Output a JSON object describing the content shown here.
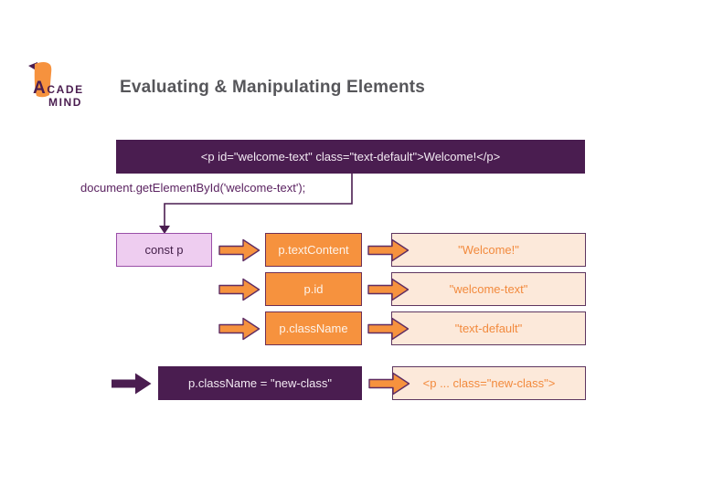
{
  "logo": {
    "line1": "ACADE",
    "line2": "MIND"
  },
  "title": "Evaluating & Manipulating Elements",
  "banner": {
    "code": "<p id=\"welcome-text\" class=\"text-default\">Welcome!</p>"
  },
  "selector_code": "document.getElementById('welcome-text');",
  "diagram": {
    "const_label": "const p",
    "rows": [
      {
        "property": "p.textContent",
        "value": "\"Welcome!\""
      },
      {
        "property": "p.id",
        "value": "\"welcome-text\""
      },
      {
        "property": "p.className",
        "value": "\"text-default\""
      }
    ],
    "mutation": {
      "statement": "p.className = \"new-class\"",
      "result": "<p ... class=\"new-class\">"
    }
  },
  "colors": {
    "dark_purple": "#4a1d50",
    "orange": "#f6923e",
    "lavender_fill": "#eecdf0",
    "lavender_border": "#9a4fa8",
    "peach_fill": "#fce9da",
    "peach_text": "#f28a3d",
    "title_gray": "#56565a"
  }
}
